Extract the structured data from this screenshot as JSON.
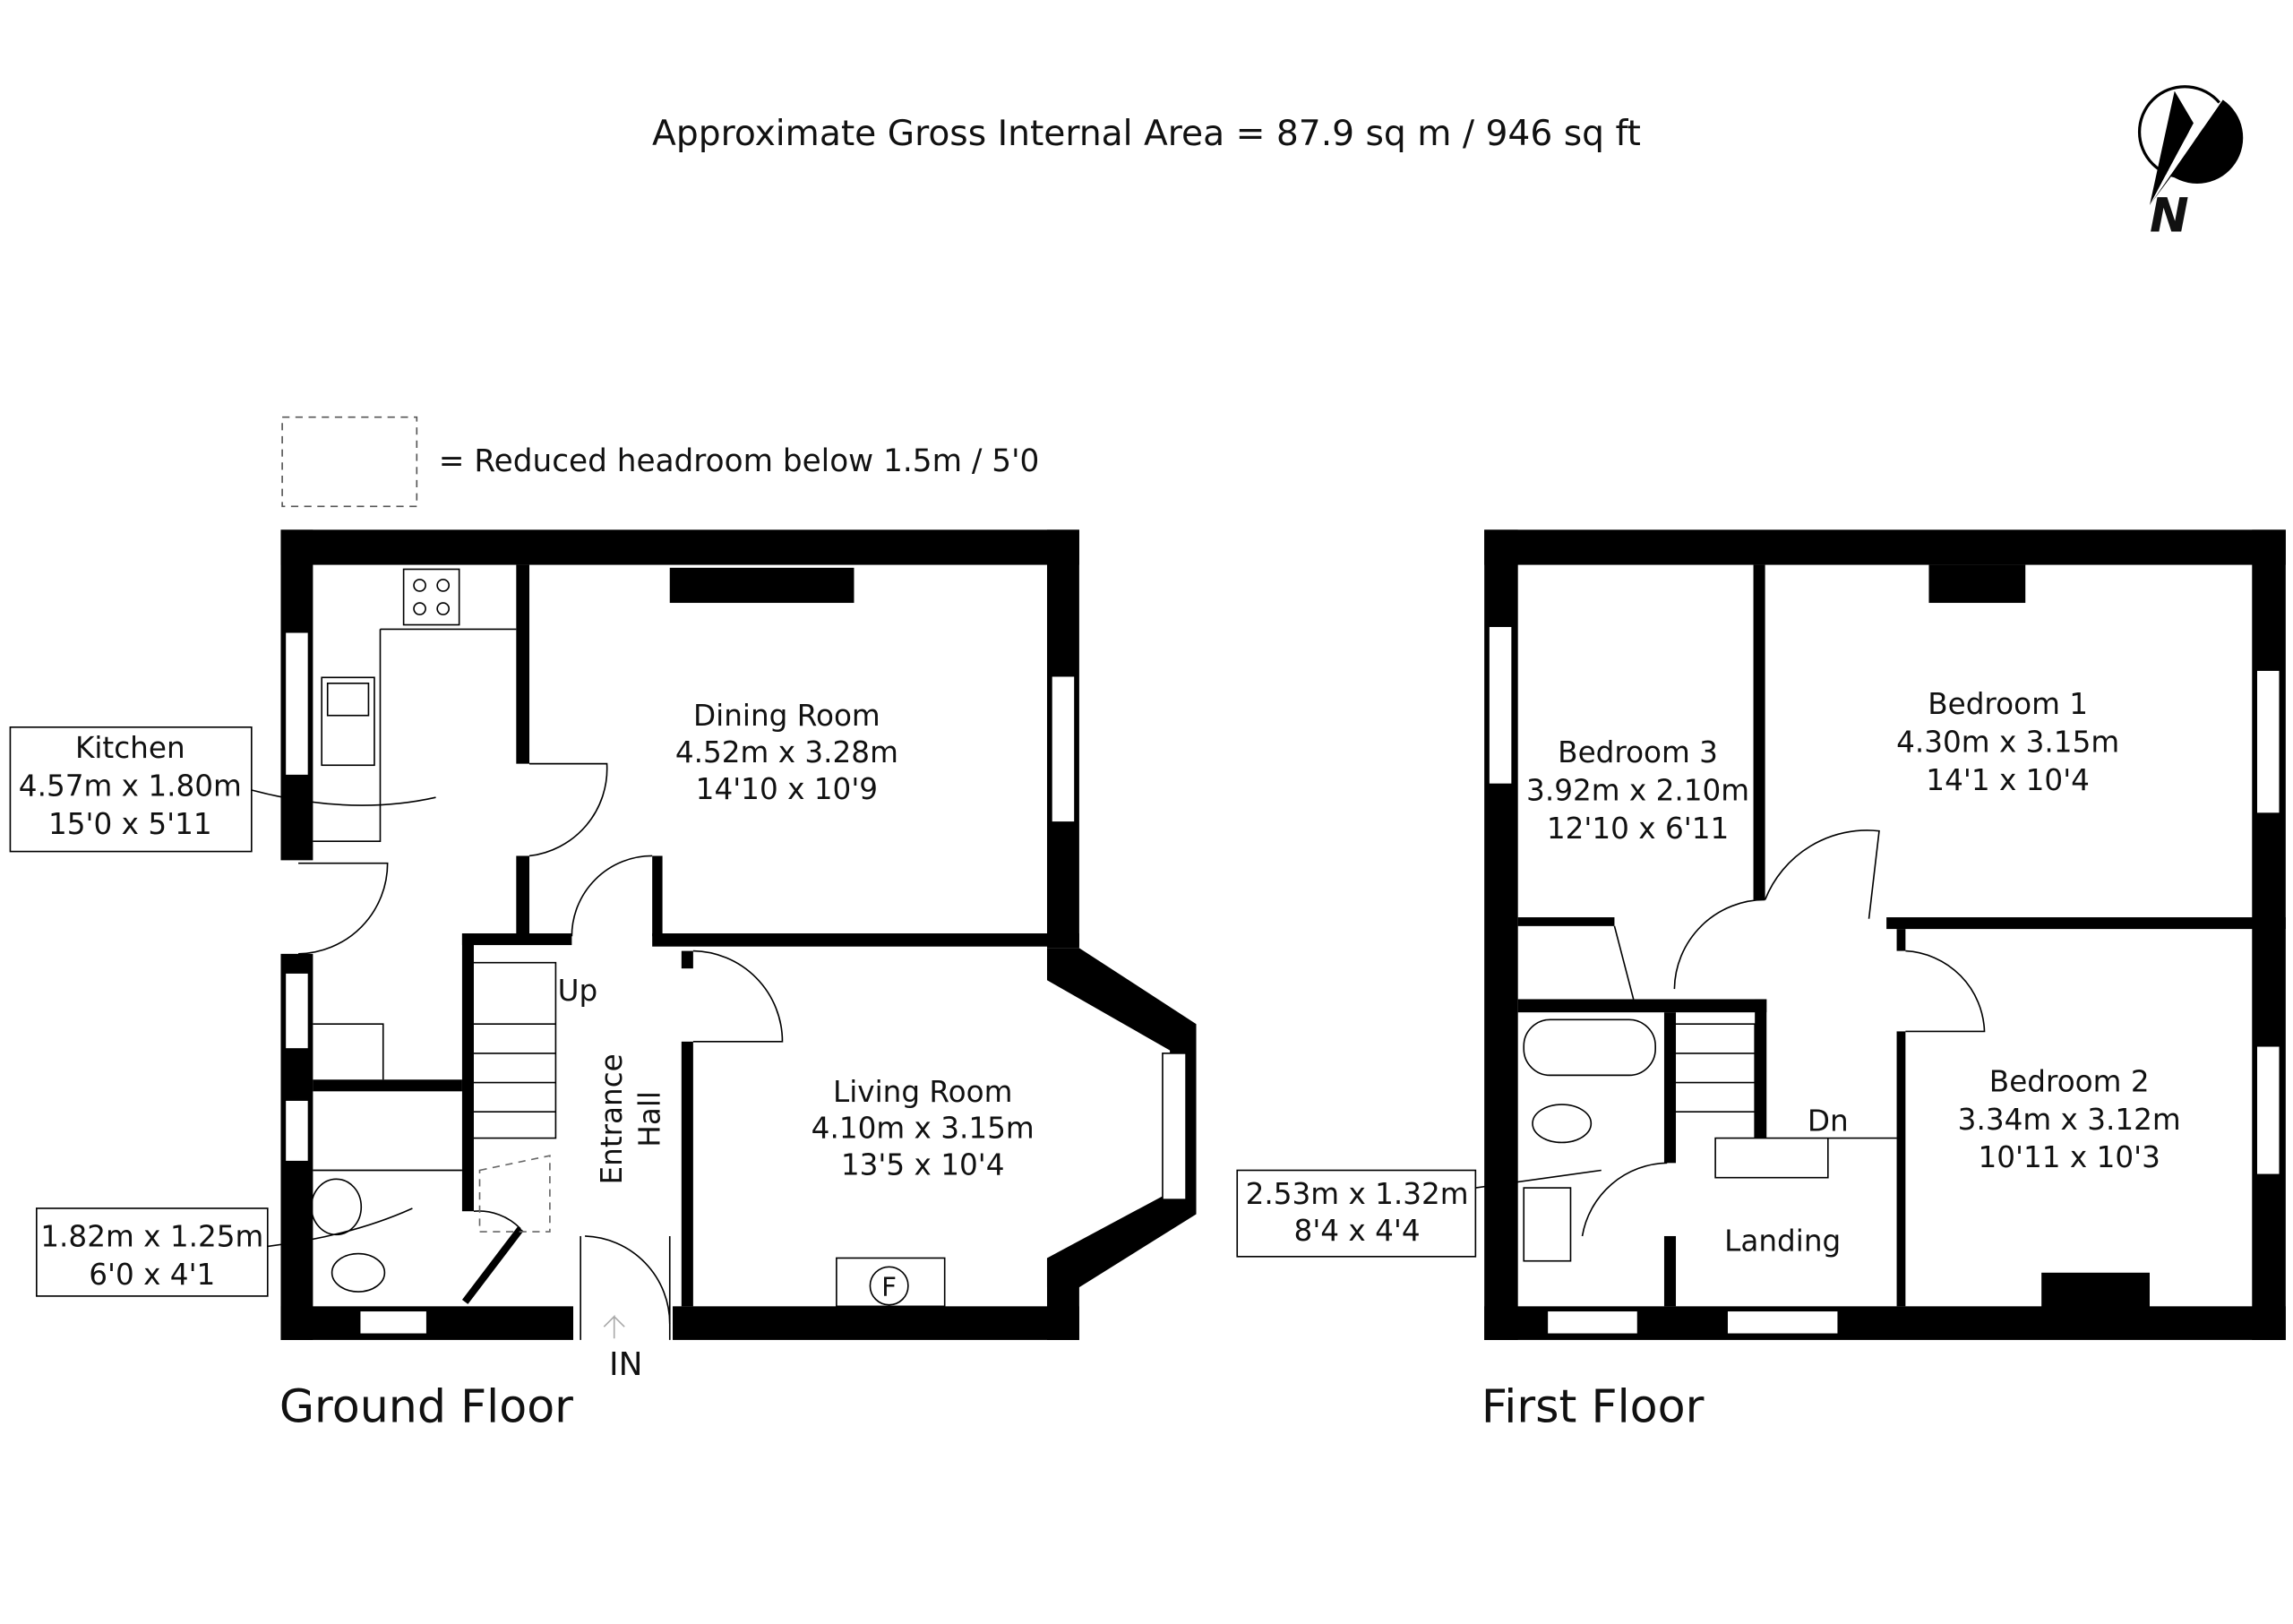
{
  "header": {
    "area": "Approximate Gross Internal Area = 87.9 sq m / 946 sq ft"
  },
  "compass": {
    "label": "N"
  },
  "legend": {
    "text": "= Reduced headroom below 1.5m / 5'0"
  },
  "ground_floor": {
    "title": "Ground Floor",
    "entrance": "IN",
    "stairs": "Up",
    "fireplace": "F",
    "kitchen": {
      "name": "Kitchen",
      "metric": "4.57m x 1.80m",
      "imperial": "15'0 x 5'11"
    },
    "dining": {
      "name": "Dining Room",
      "metric": "4.52m x 3.28m",
      "imperial": "14'10 x 10'9"
    },
    "living": {
      "name": "Living Room",
      "metric": "4.10m x 3.15m",
      "imperial": "13'5 x 10'4"
    },
    "hall": {
      "line1": "Entrance",
      "line2": "Hall"
    },
    "wc": {
      "metric": "1.82m x 1.25m",
      "imperial": "6'0 x 4'1"
    }
  },
  "first_floor": {
    "title": "First Floor",
    "stairs": "Dn",
    "bedroom1": {
      "name": "Bedroom 1",
      "metric": "4.30m x 3.15m",
      "imperial": "14'1 x 10'4"
    },
    "bedroom2": {
      "name": "Bedroom 2",
      "metric": "3.34m x 3.12m",
      "imperial": "10'11 x 10'3"
    },
    "bedroom3": {
      "name": "Bedroom 3",
      "metric": "3.92m x 2.10m",
      "imperial": "12'10 x 6'11"
    },
    "landing": {
      "name": "Landing"
    },
    "bathroom": {
      "metric": "2.53m x 1.32m",
      "imperial": "8'4 x 4'4"
    }
  }
}
